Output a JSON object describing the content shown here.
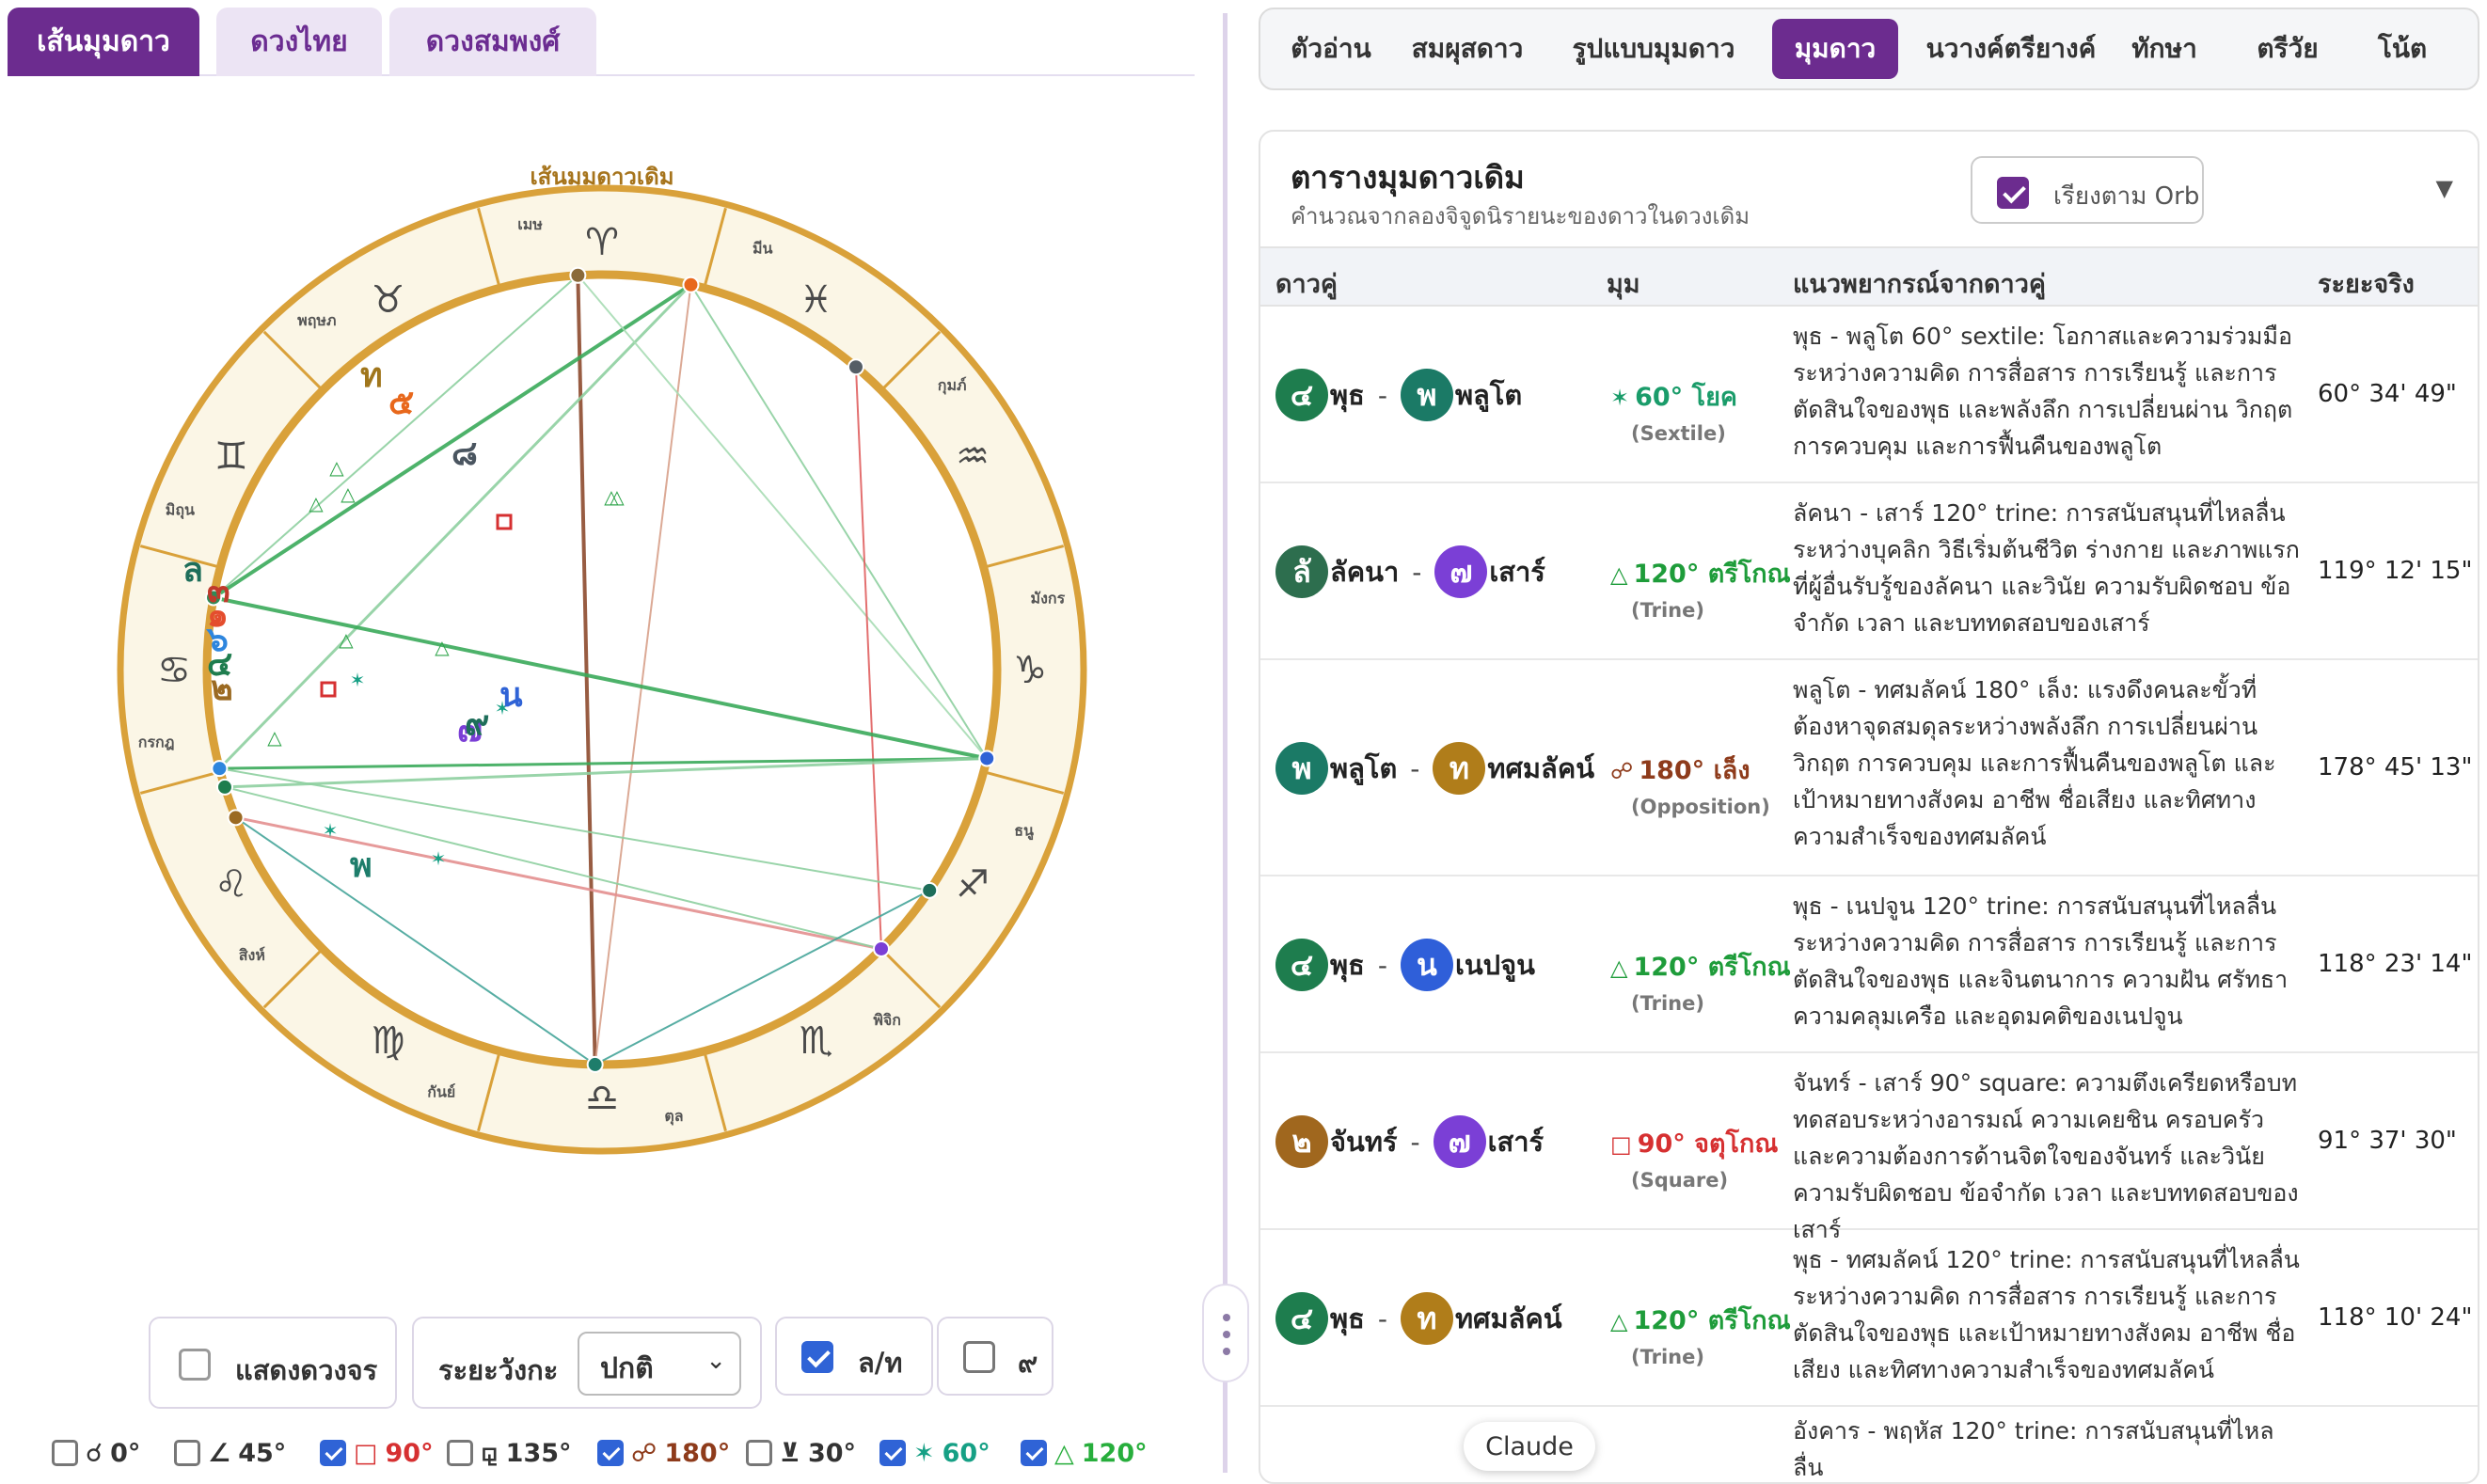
{
  "left_tabs": [
    "เส้นมุมดาว",
    "ดวงไทย",
    "ดวงสมพงศ์"
  ],
  "chart": {
    "title": "เส้นมุมดาวเดิม",
    "signs": [
      {
        "name": "เมษ",
        "glyph": "♈"
      },
      {
        "name": "มีน",
        "glyph": "♓"
      },
      {
        "name": "กุมภ์",
        "glyph": "♒"
      },
      {
        "name": "มังกร",
        "glyph": "♑"
      },
      {
        "name": "ธนู",
        "glyph": "♐"
      },
      {
        "name": "พิจิก",
        "glyph": "♏"
      },
      {
        "name": "ตุล",
        "glyph": "♎"
      },
      {
        "name": "กันย์",
        "glyph": "♍"
      },
      {
        "name": "สิงห์",
        "glyph": "♌"
      },
      {
        "name": "กรกฎ",
        "glyph": "♋"
      },
      {
        "name": "มิถุน",
        "glyph": "♊"
      },
      {
        "name": "พฤษภ",
        "glyph": "♉"
      }
    ],
    "planets": [
      {
        "label": "ท",
        "color": "#a0761c"
      },
      {
        "label": "๕",
        "color": "#e8681c"
      },
      {
        "label": "๘",
        "color": "#4a5560"
      },
      {
        "label": "ล",
        "color": "#1e6e5a"
      },
      {
        "label": "๓",
        "color": "#c0392b"
      },
      {
        "label": "๑",
        "color": "#e44d2e"
      },
      {
        "label": "๖",
        "color": "#2e86de"
      },
      {
        "label": "๔",
        "color": "#1e7d4e"
      },
      {
        "label": "๒",
        "color": "#9b6a22"
      },
      {
        "label": "น",
        "color": "#2f63d6"
      },
      {
        "label": "๗",
        "color": "#7b3fd6"
      },
      {
        "label": "๙",
        "color": "#1e6e5a"
      },
      {
        "label": "พ",
        "color": "#1e7d6b"
      }
    ]
  },
  "controls": {
    "show_transit": "แสดงดวงจร",
    "orb_label": "ระยะวังกะ",
    "orb_value": "ปกติ",
    "asc_label": "ล/ท",
    "ninth_label": "๙"
  },
  "aspect_filters": [
    {
      "symbol": "☌",
      "label": "0°",
      "checked": false,
      "color": "#333333"
    },
    {
      "symbol": "∠",
      "label": "45°",
      "checked": false,
      "color": "#333333"
    },
    {
      "symbol": "□",
      "label": "90°",
      "checked": true,
      "color": "#d63031"
    },
    {
      "symbol": "⚼",
      "label": "135°",
      "checked": false,
      "color": "#333333"
    },
    {
      "symbol": "☍",
      "label": "180°",
      "checked": true,
      "color": "#8e3b1b"
    },
    {
      "symbol": "⊻",
      "label": "30°",
      "checked": false,
      "color": "#333333"
    },
    {
      "symbol": "✶",
      "label": "60°",
      "checked": true,
      "color": "#16a085"
    },
    {
      "symbol": "△",
      "label": "120°",
      "checked": true,
      "color": "#27ae3c"
    }
  ],
  "right_tabs": [
    "ตัวอ่าน",
    "สมผุสดาว",
    "รูปแบบมุมดาว",
    "มุมดาว",
    "นวางค์ตรียางค์",
    "ทักษา",
    "ตรีวัย",
    "โน้ต"
  ],
  "right_active_tab": "มุมดาว",
  "table": {
    "title": "ตารางมุมดาวเดิม",
    "subtitle": "คำนวณจากลองจิจูดนิรายนะของดาวในดวงเดิม",
    "sort_label": "เรียงตาม Orb",
    "sort_checked": true,
    "headers": [
      "ดาวคู่",
      "มุม",
      "แนวพยากรณ์จากดาวคู่",
      "ระยะจริง"
    ],
    "rows": [
      {
        "a_badge": "๔",
        "a_name": "พุธ",
        "a_color": "#1e7d4e",
        "b_badge": "พ",
        "b_name": "พลูโต",
        "b_color": "#1b7a66",
        "aspect_symbol": "✶",
        "aspect_main": "60° โยค",
        "aspect_en": "(Sextile)",
        "aspect_color": "#1a9c6a",
        "desc": "พุธ - พลูโต 60° sextile: โอกาสและความร่วมมือระหว่างความคิด การสื่อสาร การเรียนรู้ และการตัดสินใจของพุธ และพลังลึก การเปลี่ยนผ่าน วิกฤต การควบคุม และการฟื้นคืนของพลูโต",
        "distance": "60° 34' 49\""
      },
      {
        "a_badge": "ลั",
        "a_name": "ลัคนา",
        "a_color": "#2d6e4e",
        "b_badge": "๗",
        "b_name": "เสาร์",
        "b_color": "#7b3fd6",
        "aspect_symbol": "△",
        "aspect_main": "120° ตรีโกณ",
        "aspect_en": "(Trine)",
        "aspect_color": "#1e9c3a",
        "desc": "ลัคนา - เสาร์ 120° trine: การสนับสนุนที่ไหลลื่นระหว่างบุคลิก วิธีเริ่มต้นชีวิต ร่างกาย และภาพแรกที่ผู้อื่นรับรู้ของลัคนา และวินัย ความรับผิดชอบ ข้อจำกัด เวลา และบททดสอบของเสาร์",
        "distance": "119° 12' 15\""
      },
      {
        "a_badge": "พ",
        "a_name": "พลูโต",
        "a_color": "#1b7a66",
        "b_badge": "ท",
        "b_name": "ทศมลัคน์",
        "b_color": "#b07d1a",
        "aspect_symbol": "☍",
        "aspect_main": "180° เล็ง",
        "aspect_en": "(Opposition)",
        "aspect_color": "#8e3b1b",
        "desc": "พลูโต - ทศมลัคน์ 180° เล็ง: แรงดึงคนละขั้วที่ต้องหาจุดสมดุลระหว่างพลังลึก การเปลี่ยนผ่าน วิกฤต การควบคุม และการฟื้นคืนของพลูโต และเป้าหมายทางสังคม อาชีพ ชื่อเสียง และทิศทางความสำเร็จของทศมลัคน์",
        "distance": "178° 45' 13\""
      },
      {
        "a_badge": "๔",
        "a_name": "พุธ",
        "a_color": "#1e7d4e",
        "b_badge": "น",
        "b_name": "เนปจูน",
        "b_color": "#2f5fd9",
        "aspect_symbol": "△",
        "aspect_main": "120° ตรีโกณ",
        "aspect_en": "(Trine)",
        "aspect_color": "#1e9c3a",
        "desc": "พุธ - เนปจูน 120° trine: การสนับสนุนที่ไหลลื่นระหว่างความคิด การสื่อสาร การเรียนรู้ และการตัดสินใจของพุธ และจินตนาการ ความฝัน ศรัทธา ความคลุมเครือ และอุดมคติของเนปจูน",
        "distance": "118° 23' 14\""
      },
      {
        "a_badge": "๒",
        "a_name": "จันทร์",
        "a_color": "#a0671e",
        "b_badge": "๗",
        "b_name": "เสาร์",
        "b_color": "#7b3fd6",
        "aspect_symbol": "□",
        "aspect_main": "90° จตุโกณ",
        "aspect_en": "(Square)",
        "aspect_color": "#d63031",
        "desc": "จันทร์ - เสาร์ 90° square: ความตึงเครียดหรือบททดสอบระหว่างอารมณ์ ความเคยชิน ครอบครัว และความต้องการด้านจิตใจของจันทร์ และวินัย ความรับผิดชอบ ข้อจำกัด เวลา และบททดสอบของเสาร์",
        "distance": "91° 37' 30\""
      },
      {
        "a_badge": "๔",
        "a_name": "พุธ",
        "a_color": "#1e7d4e",
        "b_badge": "ท",
        "b_name": "ทศมลัคน์",
        "b_color": "#b07d1a",
        "aspect_symbol": "△",
        "aspect_main": "120° ตรีโกณ",
        "aspect_en": "(Trine)",
        "aspect_color": "#1e9c3a",
        "desc": "พุธ - ทศมลัคน์ 120° trine: การสนับสนุนที่ไหลลื่นระหว่างความคิด การสื่อสาร การเรียนรู้ และการตัดสินใจของพุธ และเป้าหมายทางสังคม อาชีพ ชื่อเสียง และทิศทางความสำเร็จของทศมลัคน์",
        "distance": "118° 10' 24\""
      },
      {
        "a_badge": "",
        "a_name": "",
        "a_color": "#ffffff",
        "b_badge": "",
        "b_name": "",
        "b_color": "#ffffff",
        "aspect_symbol": "",
        "aspect_main": "",
        "aspect_en": "",
        "aspect_color": "#1e9c3a",
        "desc": "อังคาร - พฤหัส 120° trine: การสนับสนุนที่ไหลลื่น",
        "distance": ""
      }
    ]
  },
  "tooltip": "Claude"
}
